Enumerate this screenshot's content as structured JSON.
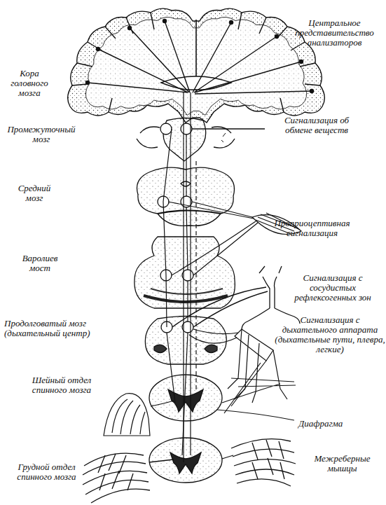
{
  "diagram": {
    "labels": [
      "Кора головного мозга",
      "Центральное представительство анализаторов",
      "Промежуточный мозг",
      "Сигнализация об обмене веществ",
      "Средний мозг",
      "Проприоцептивная сигнализация",
      "Варолиев мост",
      "Сигнализация с сосудистых рефлексогенных зон",
      "Продолговатый мозг (дыхательный центр)",
      "Сигнализация с дыхательного аппарата (дыхательные пути, плевра, легкие)",
      "Шейный отдел спинного мозга",
      "Диафрагма",
      "Межреберные мышцы",
      "Грудной отдел спинного мозга"
    ]
  }
}
